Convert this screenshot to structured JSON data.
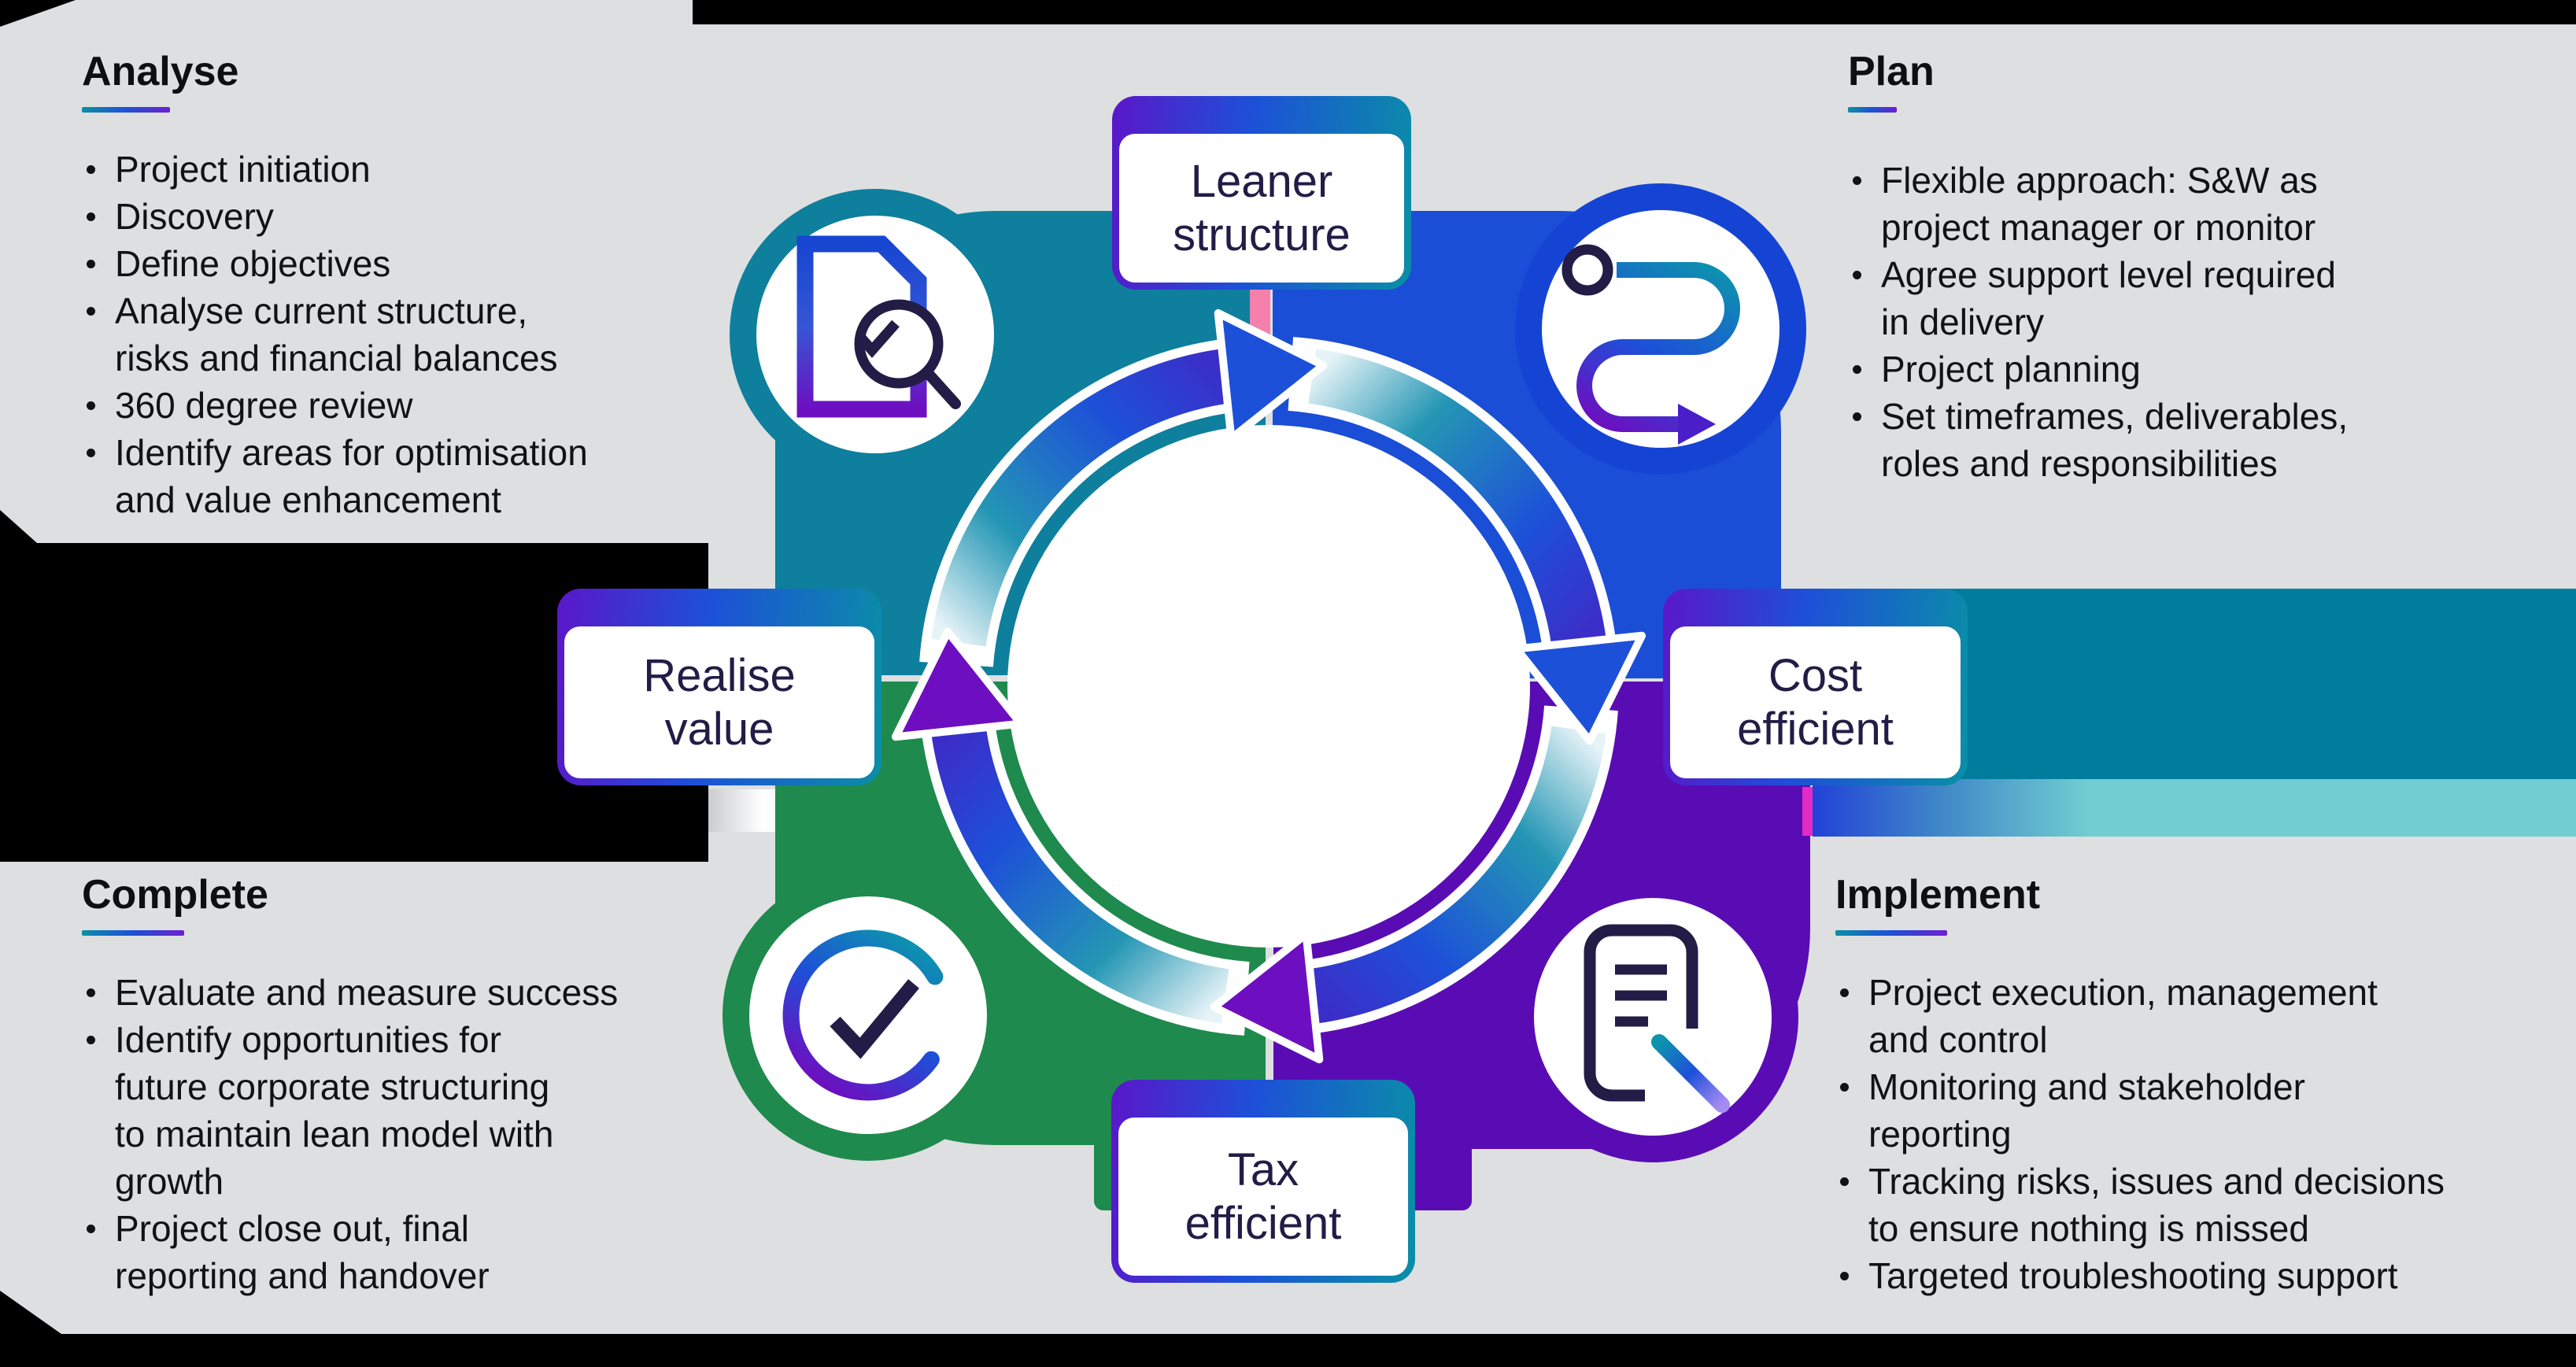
{
  "sections": {
    "analyse": {
      "title": "Analyse",
      "bullets": [
        [
          "Project initiation"
        ],
        [
          "Discovery"
        ],
        [
          "Define objectives"
        ],
        [
          "Analyse current structure,",
          "risks and financial balances"
        ],
        [
          "360 degree review"
        ],
        [
          "Identify areas for optimisation",
          "and value enhancement"
        ]
      ]
    },
    "plan": {
      "title": "Plan",
      "bullets": [
        [
          "Flexible approach: S&W as",
          "project manager or monitor"
        ],
        [
          "Agree support level required",
          "in delivery"
        ],
        [
          "Project planning"
        ],
        [
          "Set timeframes, deliverables,",
          "roles and responsibilities"
        ]
      ]
    },
    "complete": {
      "title": "Complete",
      "bullets": [
        [
          "Evaluate and measure success"
        ],
        [
          "Identify opportunities for",
          "future corporate structuring",
          "to maintain lean model with",
          "growth"
        ],
        [
          "Project close out, final",
          "reporting and handover"
        ]
      ]
    },
    "implement": {
      "title": "Implement",
      "bullets": [
        [
          "Project execution, management",
          "and control"
        ],
        [
          "Monitoring and stakeholder",
          "reporting"
        ],
        [
          "Tracking risks, issues and decisions",
          "to ensure nothing is missed"
        ],
        [
          "Targeted troubleshooting support"
        ]
      ]
    }
  },
  "cards": {
    "top": {
      "lines": [
        "Leaner",
        "structure"
      ]
    },
    "right": {
      "lines": [
        "Cost",
        "efficient"
      ]
    },
    "bottom": {
      "lines": [
        "Tax",
        "efficient"
      ]
    },
    "left": {
      "lines": [
        "Realise",
        "value"
      ]
    }
  },
  "icons": {
    "analyse": "document-search-icon",
    "plan": "route-icon",
    "complete": "check-circle-icon",
    "implement": "document-pen-icon"
  },
  "colors": {
    "background": "#000000",
    "panel_gray": "#dedfe0",
    "teal": "#0e7f9d",
    "blue": "#1b4ed6",
    "purple": "#5a0cb4",
    "green": "#1e8a4d",
    "teal_band": "#007d9d",
    "light_teal_band": "#70cdd1",
    "pink_connector": "#f480ab",
    "magenta_connector": "#e22bc4",
    "card_text": "#221c46",
    "gradient_start": "#5a17c9",
    "gradient_mid": "#1d50d8",
    "gradient_end": "#0a8fa6"
  }
}
